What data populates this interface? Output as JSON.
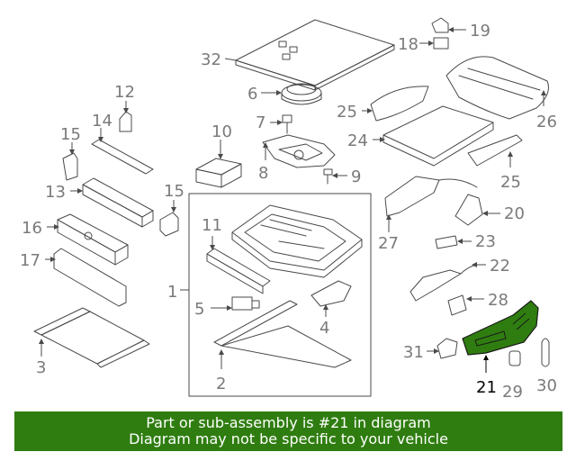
{
  "callouts": {
    "c1": "1",
    "c2": "2",
    "c3": "3",
    "c4": "4",
    "c5": "5",
    "c6": "6",
    "c7": "7",
    "c8": "8",
    "c9": "9",
    "c10": "10",
    "c11": "11",
    "c12": "12",
    "c13": "13",
    "c14": "14",
    "c15a": "15",
    "c15b": "15",
    "c16": "16",
    "c17": "17",
    "c18": "18",
    "c19": "19",
    "c20": "20",
    "c21": "21",
    "c22": "22",
    "c23": "23",
    "c24": "24",
    "c25a": "25",
    "c25b": "25",
    "c26": "26",
    "c27": "27",
    "c28": "28",
    "c29": "29",
    "c30": "30",
    "c31": "31",
    "c32": "32"
  },
  "highlight": {
    "part": "21",
    "color": "#2f7d10"
  },
  "banner": {
    "line1": "Part or sub-assembly is #21 in diagram",
    "line2": "Diagram may not be specific to your vehicle",
    "color": "#2f7d10"
  }
}
